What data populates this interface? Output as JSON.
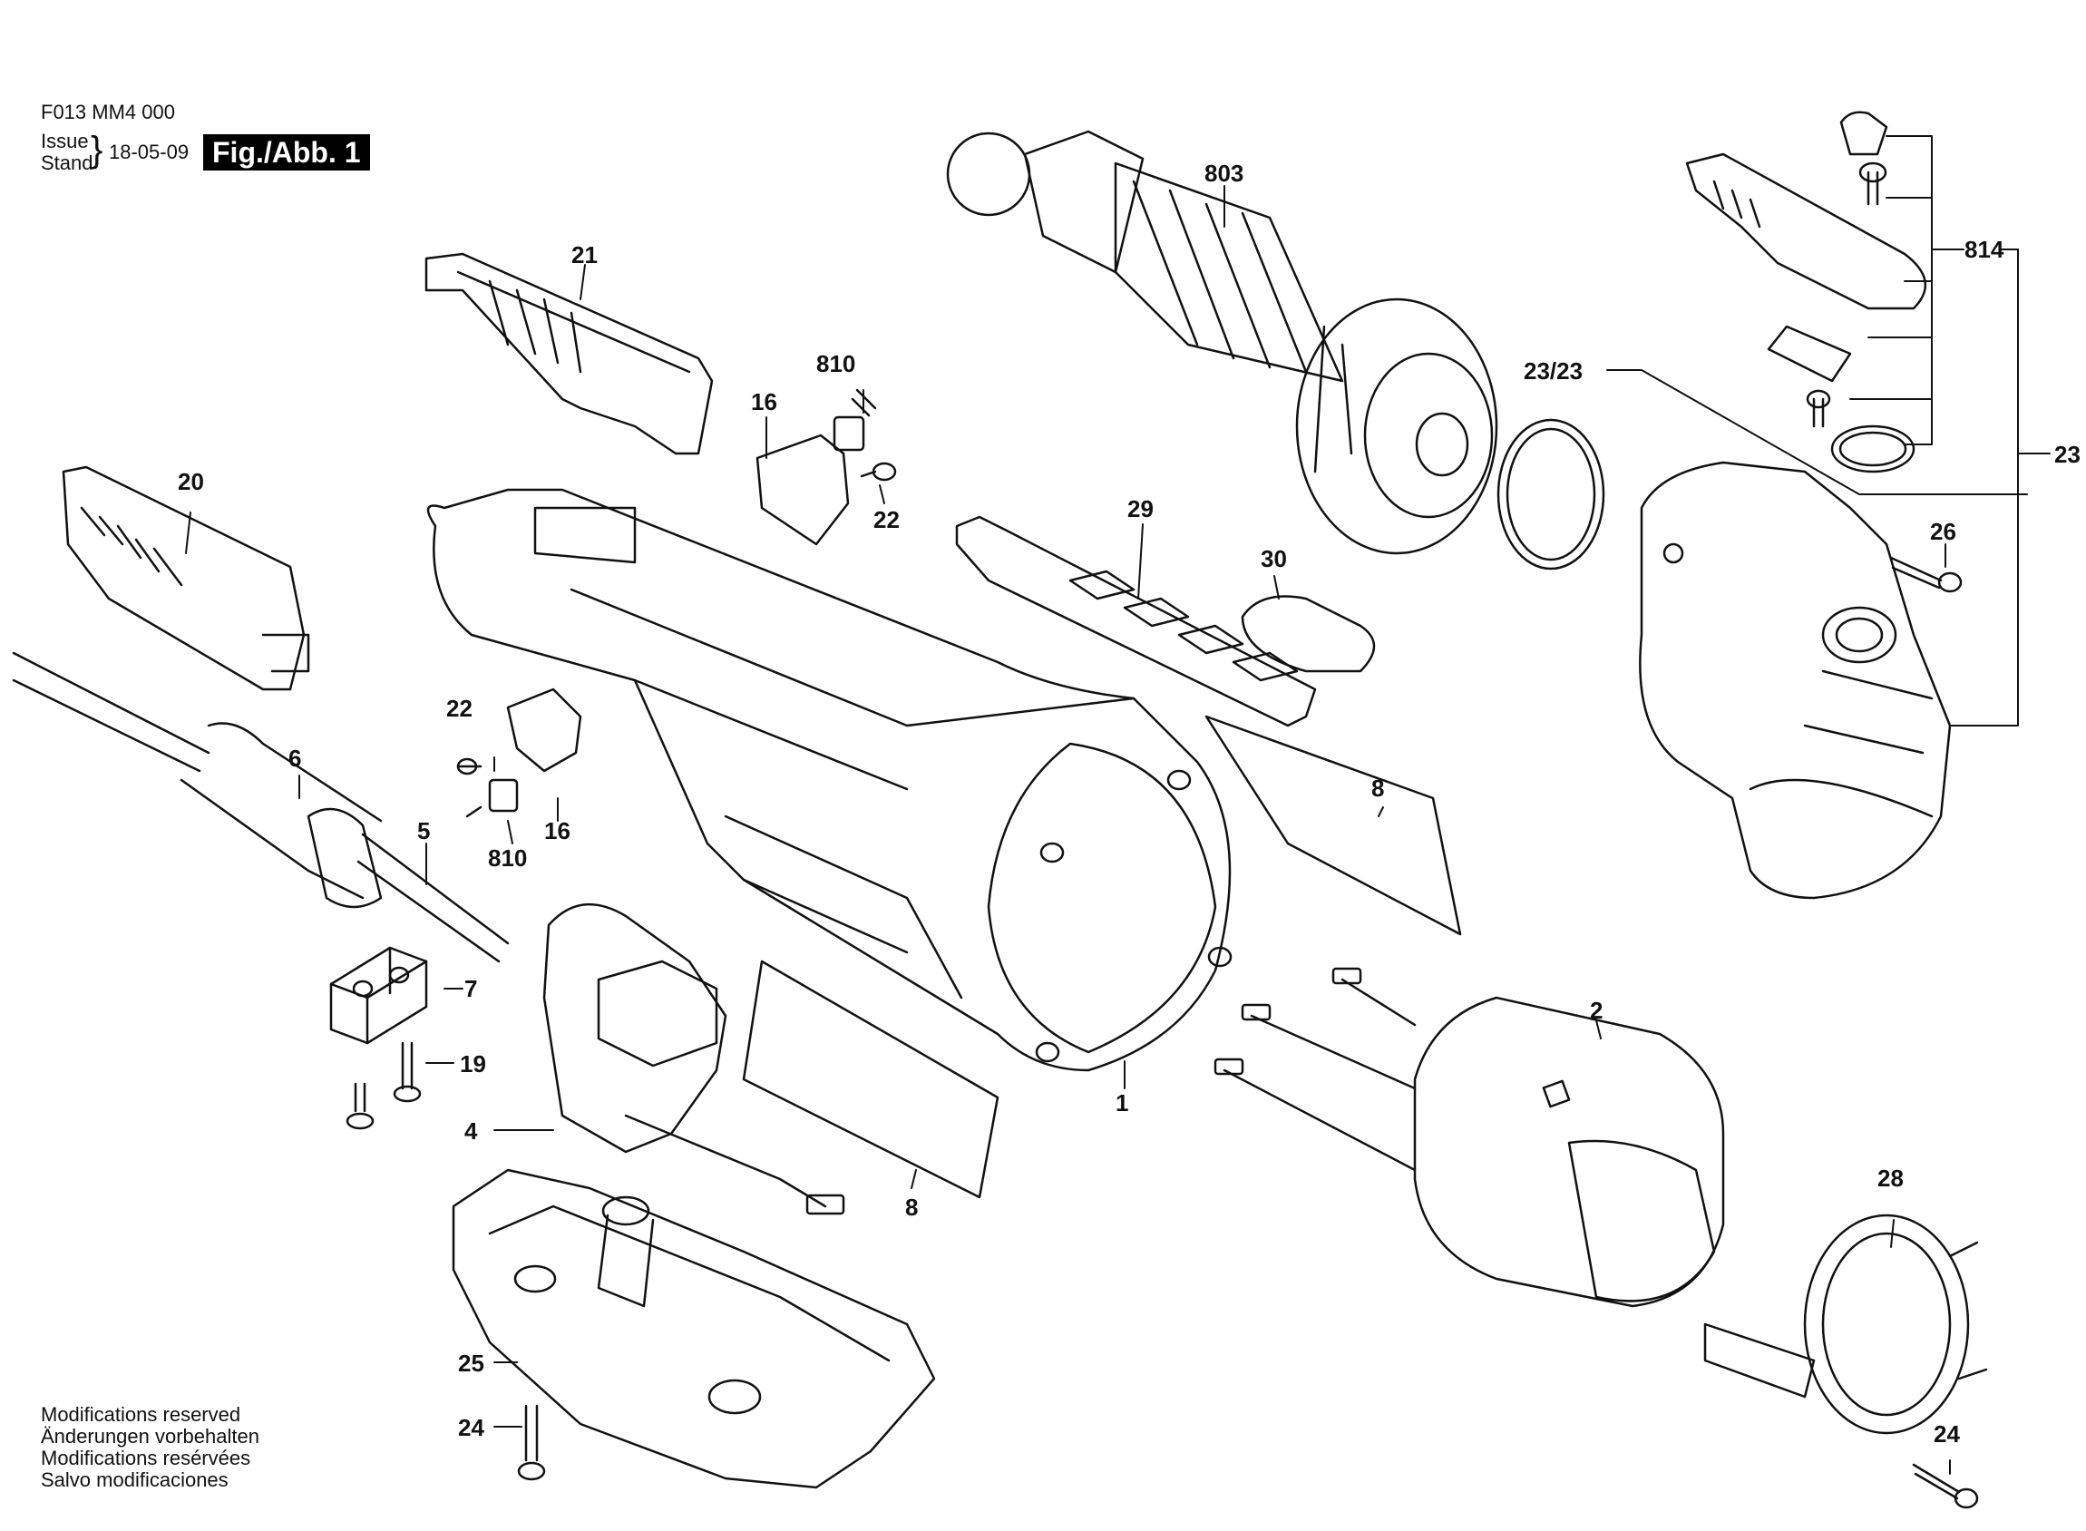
{
  "header": {
    "doc_number": "F013 MM4 000",
    "issue_label": "Issue",
    "stand_label": "Stand",
    "date": "18-05-09",
    "figure_label": "Fig./Abb. 1"
  },
  "footer_notes": [
    "Modifications reserved",
    "Änderungen vorbehalten",
    "Modifications resérvées",
    "Salvo modificaciones"
  ],
  "part_labels": {
    "p1": "1",
    "p2": "2",
    "p4": "4",
    "p5": "5",
    "p6": "6",
    "p7": "7",
    "p8a": "8",
    "p8b": "8",
    "p16a": "16",
    "p16b": "16",
    "p19": "19",
    "p20": "20",
    "p21": "21",
    "p22a": "22",
    "p22b": "22",
    "p23": "23",
    "p23_23": "23/23",
    "p24a": "24",
    "p24b": "24",
    "p25": "25",
    "p26": "26",
    "p28": "28",
    "p29": "29",
    "p30": "30",
    "p803": "803",
    "p810a": "810",
    "p810b": "810",
    "p814": "814"
  },
  "colors": {
    "line": "#111111",
    "paper": "#ffffff",
    "badge": "#000000"
  }
}
